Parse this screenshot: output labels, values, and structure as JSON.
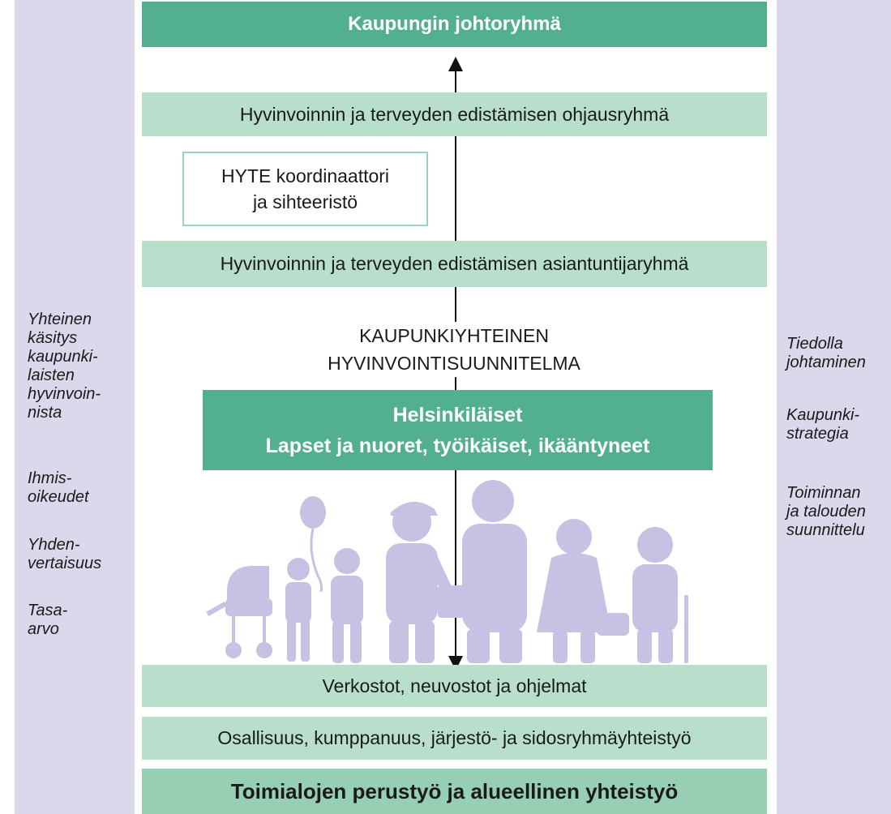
{
  "left_panel": {
    "items": [
      "Yhteinen\nkäsitys\nkaupunki-\nlaisten\nhyvinvoin-\nnista",
      "Ihmis-\noikeudet",
      "Yhden-\nvertaisuus",
      "Tasa-\narvo"
    ]
  },
  "right_panel": {
    "items": [
      "Tiedolla\njohtaminen",
      "Kaupunki-\nstrategia",
      "Toiminnan\nja talouden\nsuunnittelu"
    ]
  },
  "boxes": {
    "title": "Kaupungin johtoryhmä",
    "steering_group": "Hyvinvoinnin ja terveyden edistämisen ohjausryhmä",
    "coordinator": "HYTE koordinaattori\nja sihteeristö",
    "expert_group": "Hyvinvoinnin ja terveyden edistämisen asiantuntijaryhmä",
    "plan_title": "KAUPUNKIYHTEINEN\nHYVINVOINTISUUNNITELMA",
    "residents_title": "Helsinkiläiset",
    "residents_subtitle": "Lapset ja nuoret, työikäiset, ikääntyneet",
    "networks": "Verkostot, neuvostot ja ohjelmat",
    "participation": "Osallisuus, kumppanuus, järjestö- ja sidosryhmäyhteistyö",
    "base_work": "Toimialojen perustyö ja alueellinen yhteistyö"
  },
  "colors": {
    "dark_green": "#53b08e",
    "light_green": "#b7dfcc",
    "bottom_green": "#96cfb3",
    "side_panel": "#dcd8ec",
    "figures": "#c7c1e3"
  },
  "icons": [
    "arrow-up-icon",
    "arrow-down-icon",
    "people-illustration"
  ]
}
